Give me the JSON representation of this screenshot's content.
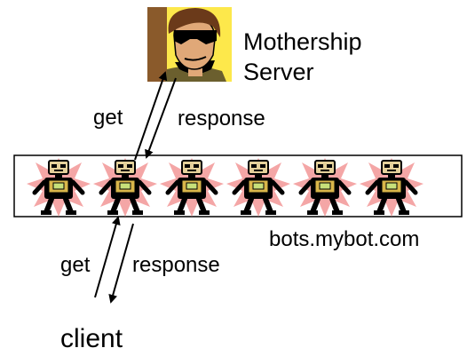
{
  "server": {
    "name_line1": "Mothership",
    "name_line2": "Server",
    "icon": "masked-villain-icon"
  },
  "farm": {
    "domain": "bots.mybot.com",
    "bot_count": 6,
    "bot_icon": "robot-icon",
    "burst_color": "#f4a6a6"
  },
  "links": {
    "upper_get": "get",
    "upper_response": "response",
    "lower_get": "get",
    "lower_response": "response"
  },
  "client": {
    "label": "client"
  }
}
